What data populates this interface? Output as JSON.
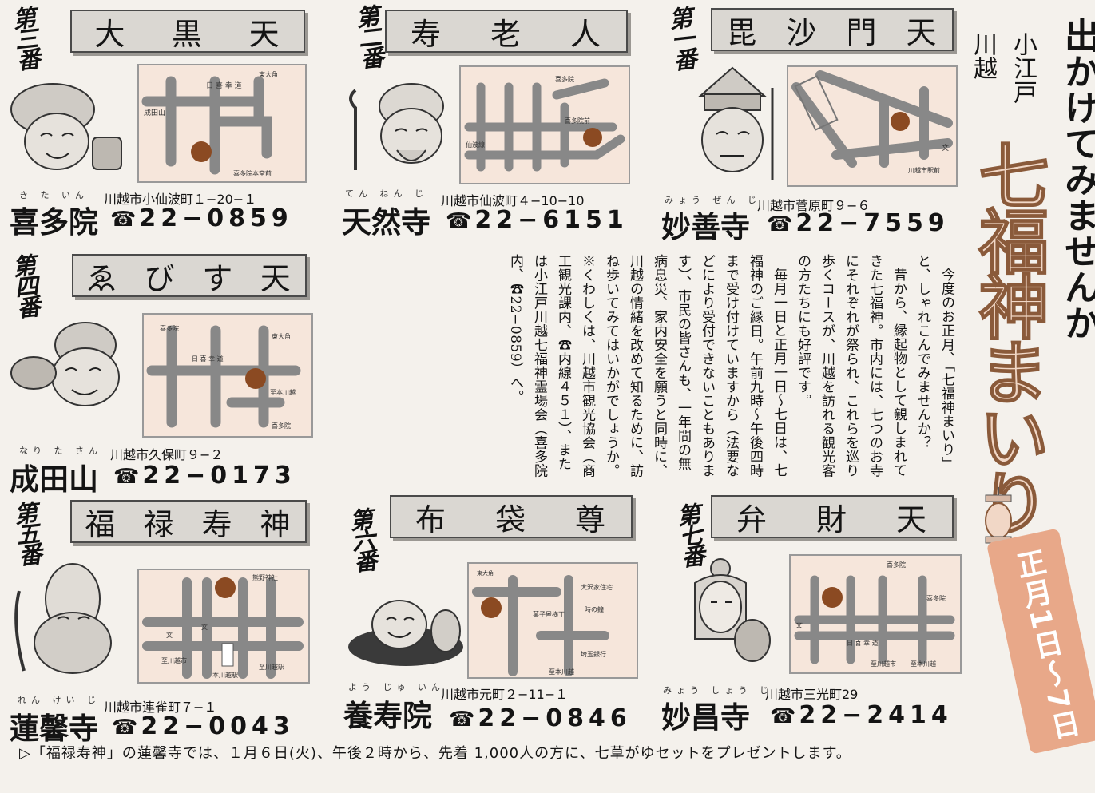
{
  "headline": "出かけてみませんか",
  "subtitle_line1": "小江戸",
  "subtitle_line2": "川越",
  "big_title": "七福神まいり",
  "date_badge": "正月1日〜7日",
  "colors": {
    "map_bg": "#f6e6db",
    "marker": "#8b4a22",
    "badge": "#e8a889",
    "box": "#dad7d2"
  },
  "temples": [
    {
      "order": "第三番",
      "deity": [
        "大",
        "黒",
        "天"
      ],
      "figure_icon": "daikoku-icon",
      "ruby": "き た いん",
      "name": "喜多院",
      "address": "川越市小仙波町１−20−１",
      "tel": "22−0859",
      "map_labels": [
        "日 喜 幸 道",
        "成田山",
        "喜多院本堂前",
        "東大角"
      ]
    },
    {
      "order": "第二番",
      "deity": [
        "寿",
        "老",
        "人"
      ],
      "figure_icon": "jurojin-icon",
      "ruby": "てん ねん じ",
      "name": "天然寺",
      "address": "川越市仙波町４−10−10",
      "tel": "22−6151",
      "map_labels": [
        "喜多院",
        "喜多院前",
        "仙波線"
      ]
    },
    {
      "order": "第一番",
      "deity": [
        "毘",
        "沙",
        "門",
        "天"
      ],
      "figure_icon": "bishamonten-icon",
      "ruby": "みょう ぜん じ",
      "name": "妙善寺",
      "address": "川越市菅原町９−６",
      "tel": "22−7559",
      "map_labels": [
        "川越市駅前",
        "文"
      ]
    },
    {
      "order": "第四番",
      "deity": [
        "ゑ",
        "び",
        "す",
        "天"
      ],
      "figure_icon": "ebisu-icon",
      "ruby": "なり た さん",
      "name": "成田山",
      "address": "川越市久保町９−２",
      "tel": "22−0173",
      "map_labels": [
        "喜多院",
        "日 喜 幸 道",
        "東大角",
        "至本川越",
        "喜多院"
      ]
    },
    {
      "order": "第五番",
      "deity": [
        "福",
        "禄",
        "寿",
        "神"
      ],
      "figure_icon": "fukurokuju-icon",
      "ruby": "れん けい じ",
      "name": "蓮馨寺",
      "address": "川越市連雀町７−１",
      "tel": "22−0043",
      "map_labels": [
        "熊野神社",
        "文",
        "文",
        "至川越市",
        "本川越駅",
        "至川越駅"
      ]
    },
    {
      "order": "第六番",
      "deity": [
        "布",
        "袋",
        "尊"
      ],
      "figure_icon": "hotei-icon",
      "ruby": "よう じゅ いん",
      "name": "養寿院",
      "address": "川越市元町２−11−１",
      "tel": "22−0846",
      "map_labels": [
        "東大角",
        "大沢家住宅",
        "時の鐘",
        "菓子屋横丁",
        "埼玉銀行",
        "至本川越"
      ]
    },
    {
      "order": "第七番",
      "deity": [
        "弁",
        "財",
        "天"
      ],
      "figure_icon": "benzaiten-icon",
      "ruby": "みょう しょう じ",
      "name": "妙昌寺",
      "address": "川越市三光町29",
      "tel": "22−2414",
      "map_labels": [
        "喜多院",
        "喜多院",
        "文",
        "日 喜 幸 道",
        "至川越市",
        "至本川越"
      ]
    }
  ],
  "body_text": {
    "paragraphs": [
      "今度のお正月、「七福神まいり」と、しゃれこんでみませんか？",
      "昔から、縁起物として親しまれてきた七福神。市内には、七つのお寺にそれぞれが祭られ、これらを巡り歩くコースが、川越を訪れる観光客の方たちにも好評です。",
      "毎月一日と正月一日〜七日は、七福神のご縁日。午前九時〜午後四時まで受け付けていますから（法要などにより受付できないこともあります）、市民の皆さんも、一年間の無病息災、家内安全を願うと同時に、川越の情緒を改めて知るために、訪ね歩いてみてはいかがでしょうか。"
    ],
    "note": "※くわしくは、川越市観光協会（商工観光課内、☎内線４５１）、または小江戸川越七福神霊場会（喜多院内、☎22−0859）へ。"
  },
  "tel_icon": "telephone-icon",
  "footer_text": "▷「福禄寿神」の蓮馨寺では、１月６日(火)、午後２時から、先着 1,000人の方に、七草がゆセットをプレゼントします。"
}
